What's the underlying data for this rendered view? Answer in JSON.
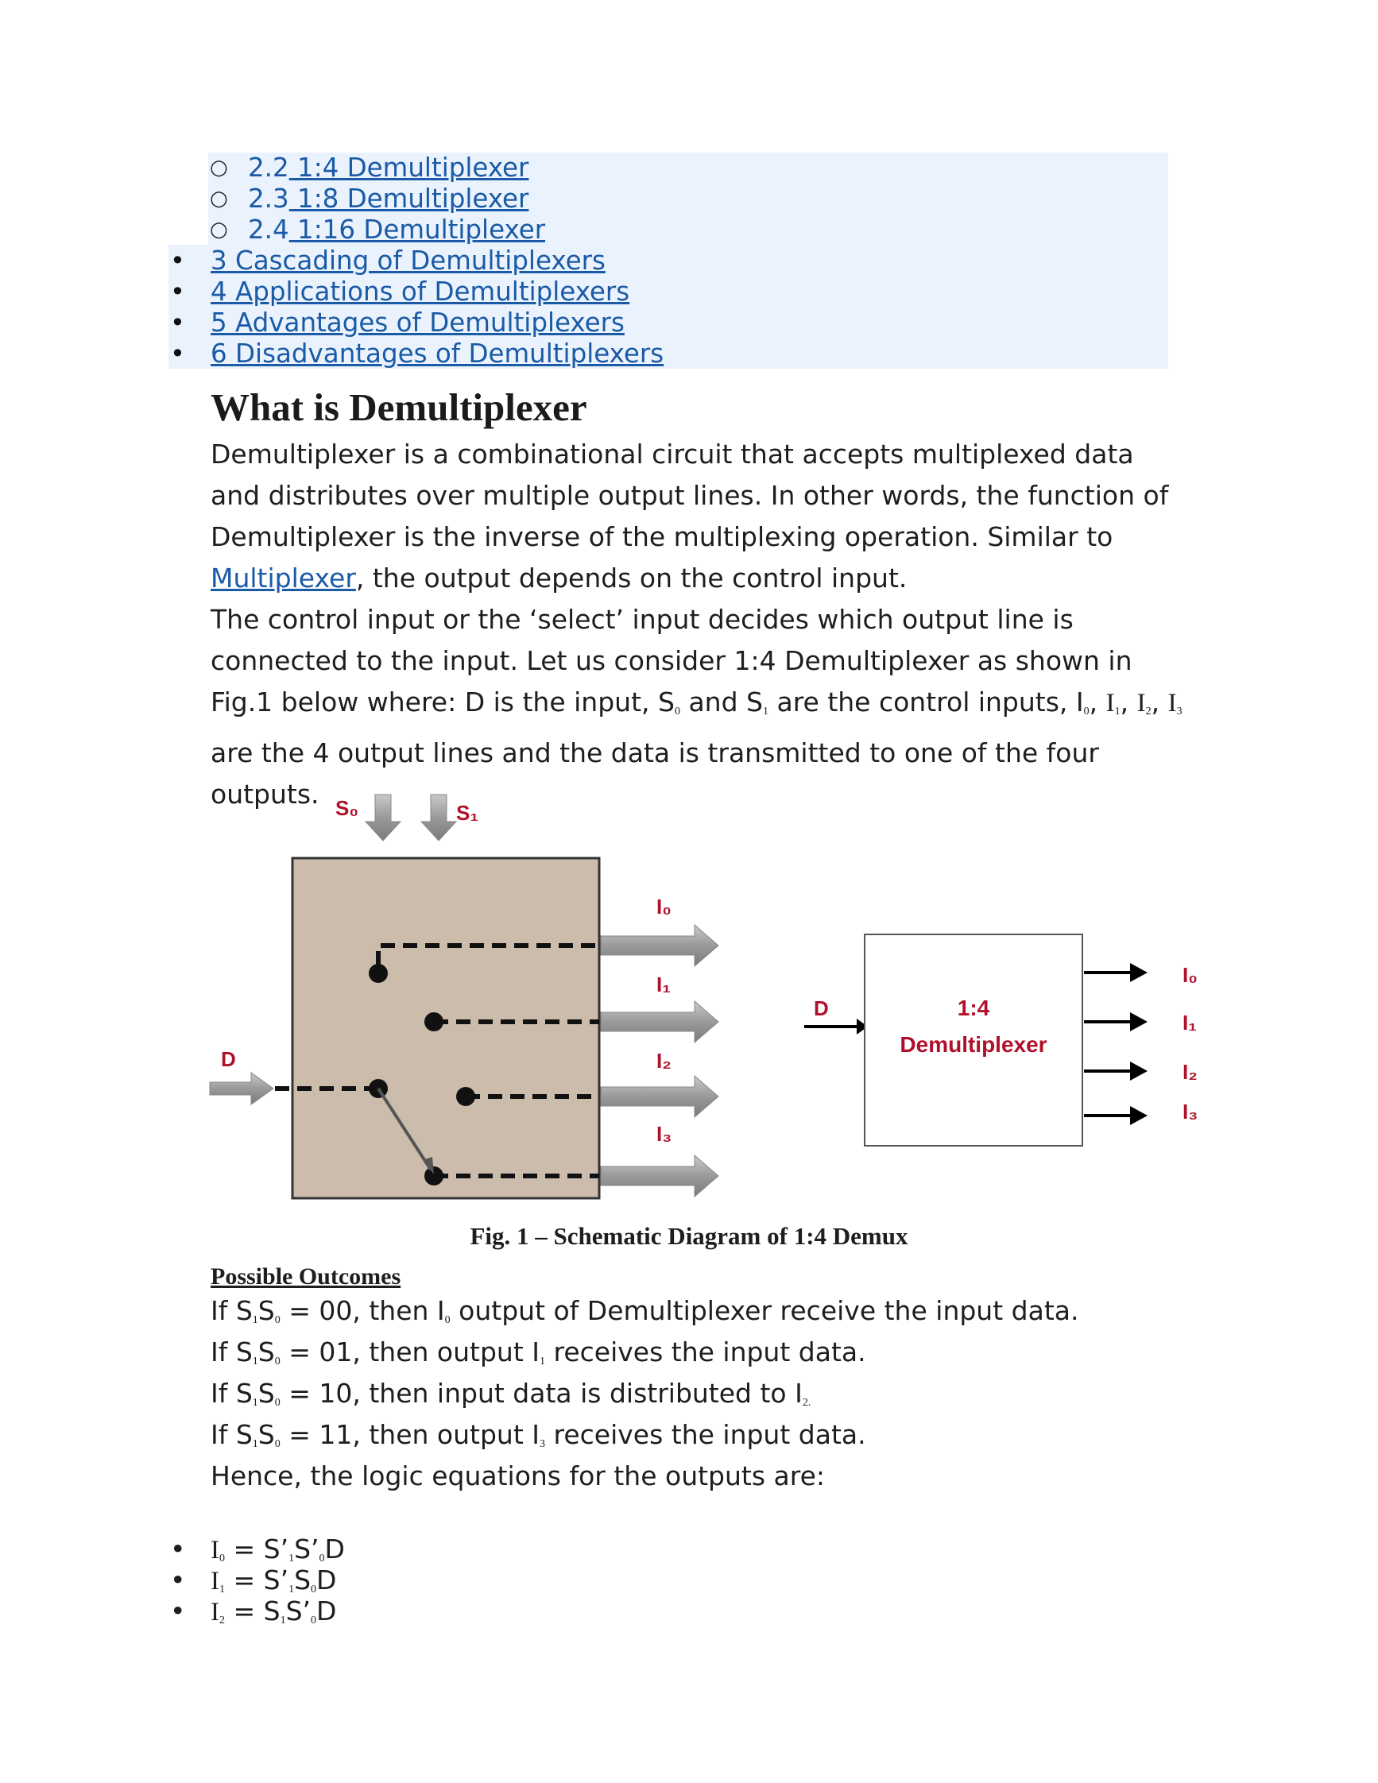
{
  "toc": {
    "sub_items": [
      {
        "num": "2.2",
        "label": " 1:4 Demultiplexer"
      },
      {
        "num": "2.3",
        "label": " 1:8 Demultiplexer"
      },
      {
        "num": "2.4",
        "label": " 1:16 Demultiplexer"
      }
    ],
    "main_items": [
      {
        "num": "3",
        "label": " Cascading of Demultiplexers"
      },
      {
        "num": "4",
        "label": " Applications of Demultiplexers"
      },
      {
        "num": "5",
        "label": " Advantages of Demultiplexers"
      },
      {
        "num": "6",
        "label": " Disadvantages of Demultiplexers"
      }
    ]
  },
  "heading": "What is Demultiplexer",
  "intro": {
    "p1": "Demultiplexer is a combinational circuit that accepts multiplexed data and distributes over multiple output lines. In other words, the function of Demultiplexer is the inverse of the multiplexing operation. Similar to ",
    "p1_link": "Multiplexer",
    "p1_end": ", the output depends on the control input.",
    "p2a": "The control input or the ‘select’ input decides which output line is connected to the input. Let us consider 1:4 Demultiplexer as shown in Fig.1 below where: D is the input, S",
    "p2b": "and S",
    "p2c": "are the control inputs, I",
    "p2d": "are the 4 output lines and the data is transmitted to one of the four outputs."
  },
  "figure": {
    "left": {
      "s0": "S₀",
      "s1": "S₁",
      "d": "D",
      "outputs": [
        "I₀",
        "I₁",
        "I₂",
        "I₃"
      ]
    },
    "right": {
      "d": "D",
      "block_line1": "1:4",
      "block_line2": "Demultiplexer",
      "outputs": [
        "I₀",
        "I₁",
        "I₂",
        "I₃"
      ]
    },
    "caption": "Fig. 1 – Schematic Diagram of 1:4 Demux",
    "colors": {
      "box_fill": "#cbbcac",
      "label_red": "#b0102a",
      "arrow_gray": "#8f8f8f"
    }
  },
  "outcomes": {
    "title": "Possible Outcomes",
    "lines": [
      {
        "a": "If S",
        "b": "S",
        "c": " = 00, then I",
        "d": " output of Demultiplexer receive the input data."
      },
      {
        "a": "If S",
        "b": "S",
        "c": " = 01, then output I",
        "d": " receives the input data."
      },
      {
        "a": "If S",
        "b": "S",
        "c": " = 10, then input data is distributed to I",
        "d": ""
      },
      {
        "a": "If S",
        "b": "S",
        "c": " = 11, then output I",
        "d": " receives the input data."
      }
    ],
    "hence": "Hence, the logic equations for the outputs are:"
  },
  "equations": [
    {
      "lhs": "I",
      "lsub": "0",
      "rhs": " = S’",
      "s1": "1",
      "m": "S’",
      "s2": "0",
      "end": "D"
    },
    {
      "lhs": "I",
      "lsub": "1",
      "rhs": " = S’",
      "s1": "1",
      "m": "S",
      "s2": "0",
      "end": "D"
    },
    {
      "lhs": "I",
      "lsub": "2",
      "rhs": " = S",
      "s1": "1",
      "m": "S’",
      "s2": "0",
      "end": "D"
    }
  ]
}
